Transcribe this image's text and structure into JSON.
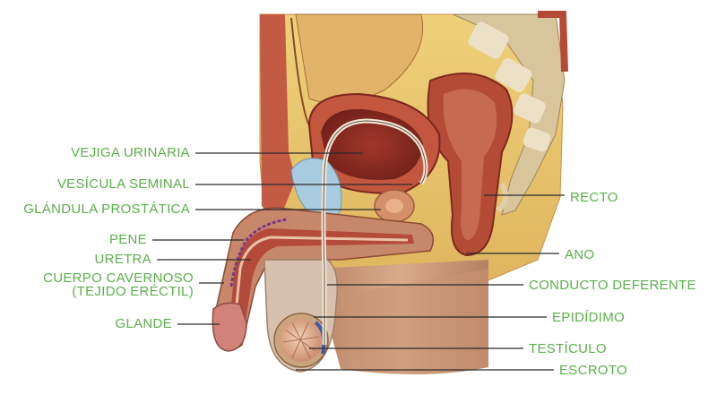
{
  "colors": {
    "label": "#5bb04a",
    "leader": "#2a2a2a",
    "skin": "#c99a78",
    "fat": "#e8c46a",
    "muscle": "#b9473a",
    "organ": "#8f3328",
    "bone": "#e9dcb8",
    "vesicle": "#9fc6dc"
  },
  "labels_left": [
    {
      "id": "vejiga",
      "text": "VEJIGA URINARIA"
    },
    {
      "id": "vesicula",
      "text": "VESÍCULA SEMINAL"
    },
    {
      "id": "prostata",
      "text": "GLÁNDULA PROSTÁTICA"
    },
    {
      "id": "pene",
      "text": "PENE"
    },
    {
      "id": "uretra",
      "text": "URETRA"
    },
    {
      "id": "cuerpo",
      "text": "CUERPO CAVERNOSO",
      "text2": "(TEJIDO ERÉCTIL)"
    },
    {
      "id": "glande",
      "text": "GLANDE"
    }
  ],
  "labels_right": [
    {
      "id": "recto",
      "text": "RECTO"
    },
    {
      "id": "ano",
      "text": "ANO"
    },
    {
      "id": "conducto",
      "text": "CONDUCTO DEFERENTE"
    },
    {
      "id": "epididimo",
      "text": "EPIDÍDIMO"
    },
    {
      "id": "testiculo",
      "text": "TESTÍCULO"
    },
    {
      "id": "escroto",
      "text": "ESCROTO"
    }
  ]
}
